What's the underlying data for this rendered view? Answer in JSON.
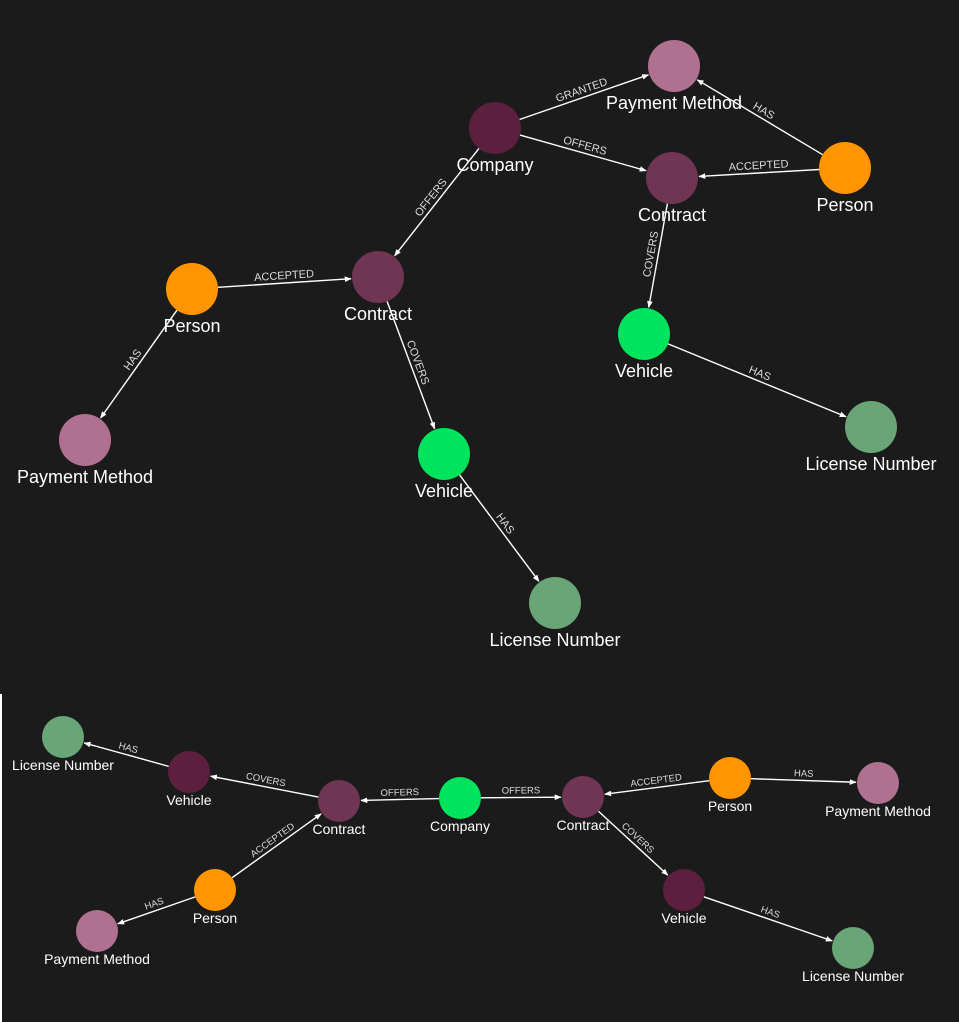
{
  "colors": {
    "background": "#1b1b1b",
    "page": "#ffffff",
    "edge": "#ffffff",
    "edge_label": "#dcdcdc",
    "node_label": "#ffffff"
  },
  "graphs": [
    {
      "id": "graph-1",
      "nodes": [
        {
          "id": "g1-company",
          "label": "Company",
          "color": "#5c1f3d"
        },
        {
          "id": "g1-pm1",
          "label": "Payment Method",
          "color": "#b07090"
        },
        {
          "id": "g1-person1",
          "label": "Person",
          "color": "#ff9500"
        },
        {
          "id": "g1-contract1",
          "label": "Contract",
          "color": "#6f3553"
        },
        {
          "id": "g1-vehicle1",
          "label": "Vehicle",
          "color": "#00e35c"
        },
        {
          "id": "g1-lic1",
          "label": "License Number",
          "color": "#69a577"
        },
        {
          "id": "g1-contract2",
          "label": "Contract",
          "color": "#6f3553"
        },
        {
          "id": "g1-person2",
          "label": "Person",
          "color": "#ff9500"
        },
        {
          "id": "g1-pm2",
          "label": "Payment Method",
          "color": "#b07090"
        },
        {
          "id": "g1-vehicle2",
          "label": "Vehicle",
          "color": "#00e35c"
        },
        {
          "id": "g1-lic2",
          "label": "License Number",
          "color": "#69a577"
        }
      ],
      "edges": [
        {
          "from": "g1-company",
          "to": "g1-pm1",
          "label": "GRANTED"
        },
        {
          "from": "g1-company",
          "to": "g1-contract1",
          "label": "OFFERS"
        },
        {
          "from": "g1-person1",
          "to": "g1-pm1",
          "label": "HAS"
        },
        {
          "from": "g1-person1",
          "to": "g1-contract1",
          "label": "ACCEPTED"
        },
        {
          "from": "g1-contract1",
          "to": "g1-vehicle1",
          "label": "COVERS"
        },
        {
          "from": "g1-vehicle1",
          "to": "g1-lic1",
          "label": "HAS"
        },
        {
          "from": "g1-company",
          "to": "g1-contract2",
          "label": "OFFERS"
        },
        {
          "from": "g1-person2",
          "to": "g1-contract2",
          "label": "ACCEPTED"
        },
        {
          "from": "g1-person2",
          "to": "g1-pm2",
          "label": "HAS"
        },
        {
          "from": "g1-contract2",
          "to": "g1-vehicle2",
          "label": "COVERS"
        },
        {
          "from": "g1-vehicle2",
          "to": "g1-lic2",
          "label": "HAS"
        }
      ]
    },
    {
      "id": "graph-2",
      "nodes": [
        {
          "id": "g2-company",
          "label": "Company",
          "color": "#00e35c"
        },
        {
          "id": "g2-contract-l",
          "label": "Contract",
          "color": "#6f3553"
        },
        {
          "id": "g2-vehicle-l",
          "label": "Vehicle",
          "color": "#5c1f3d"
        },
        {
          "id": "g2-lic-l",
          "label": "License Number",
          "color": "#69a577"
        },
        {
          "id": "g2-person-l",
          "label": "Person",
          "color": "#ff9500"
        },
        {
          "id": "g2-pm-l",
          "label": "Payment Method",
          "color": "#b07090"
        },
        {
          "id": "g2-contract-r",
          "label": "Contract",
          "color": "#6f3553"
        },
        {
          "id": "g2-person-r",
          "label": "Person",
          "color": "#ff9500"
        },
        {
          "id": "g2-pm-r",
          "label": "Payment Method",
          "color": "#b07090"
        },
        {
          "id": "g2-vehicle-r",
          "label": "Vehicle",
          "color": "#5c1f3d"
        },
        {
          "id": "g2-lic-r",
          "label": "License Number",
          "color": "#69a577"
        }
      ],
      "edges": [
        {
          "from": "g2-company",
          "to": "g2-contract-l",
          "label": "OFFERS"
        },
        {
          "from": "g2-contract-l",
          "to": "g2-vehicle-l",
          "label": "COVERS"
        },
        {
          "from": "g2-vehicle-l",
          "to": "g2-lic-l",
          "label": "HAS"
        },
        {
          "from": "g2-person-l",
          "to": "g2-contract-l",
          "label": "ACCEPTED"
        },
        {
          "from": "g2-person-l",
          "to": "g2-pm-l",
          "label": "HAS"
        },
        {
          "from": "g2-company",
          "to": "g2-contract-r",
          "label": "OFFERS"
        },
        {
          "from": "g2-person-r",
          "to": "g2-contract-r",
          "label": "ACCEPTED"
        },
        {
          "from": "g2-person-r",
          "to": "g2-pm-r",
          "label": "HAS"
        },
        {
          "from": "g2-contract-r",
          "to": "g2-vehicle-r",
          "label": "COVERS"
        },
        {
          "from": "g2-vehicle-r",
          "to": "g2-lic-r",
          "label": "HAS"
        }
      ]
    }
  ]
}
